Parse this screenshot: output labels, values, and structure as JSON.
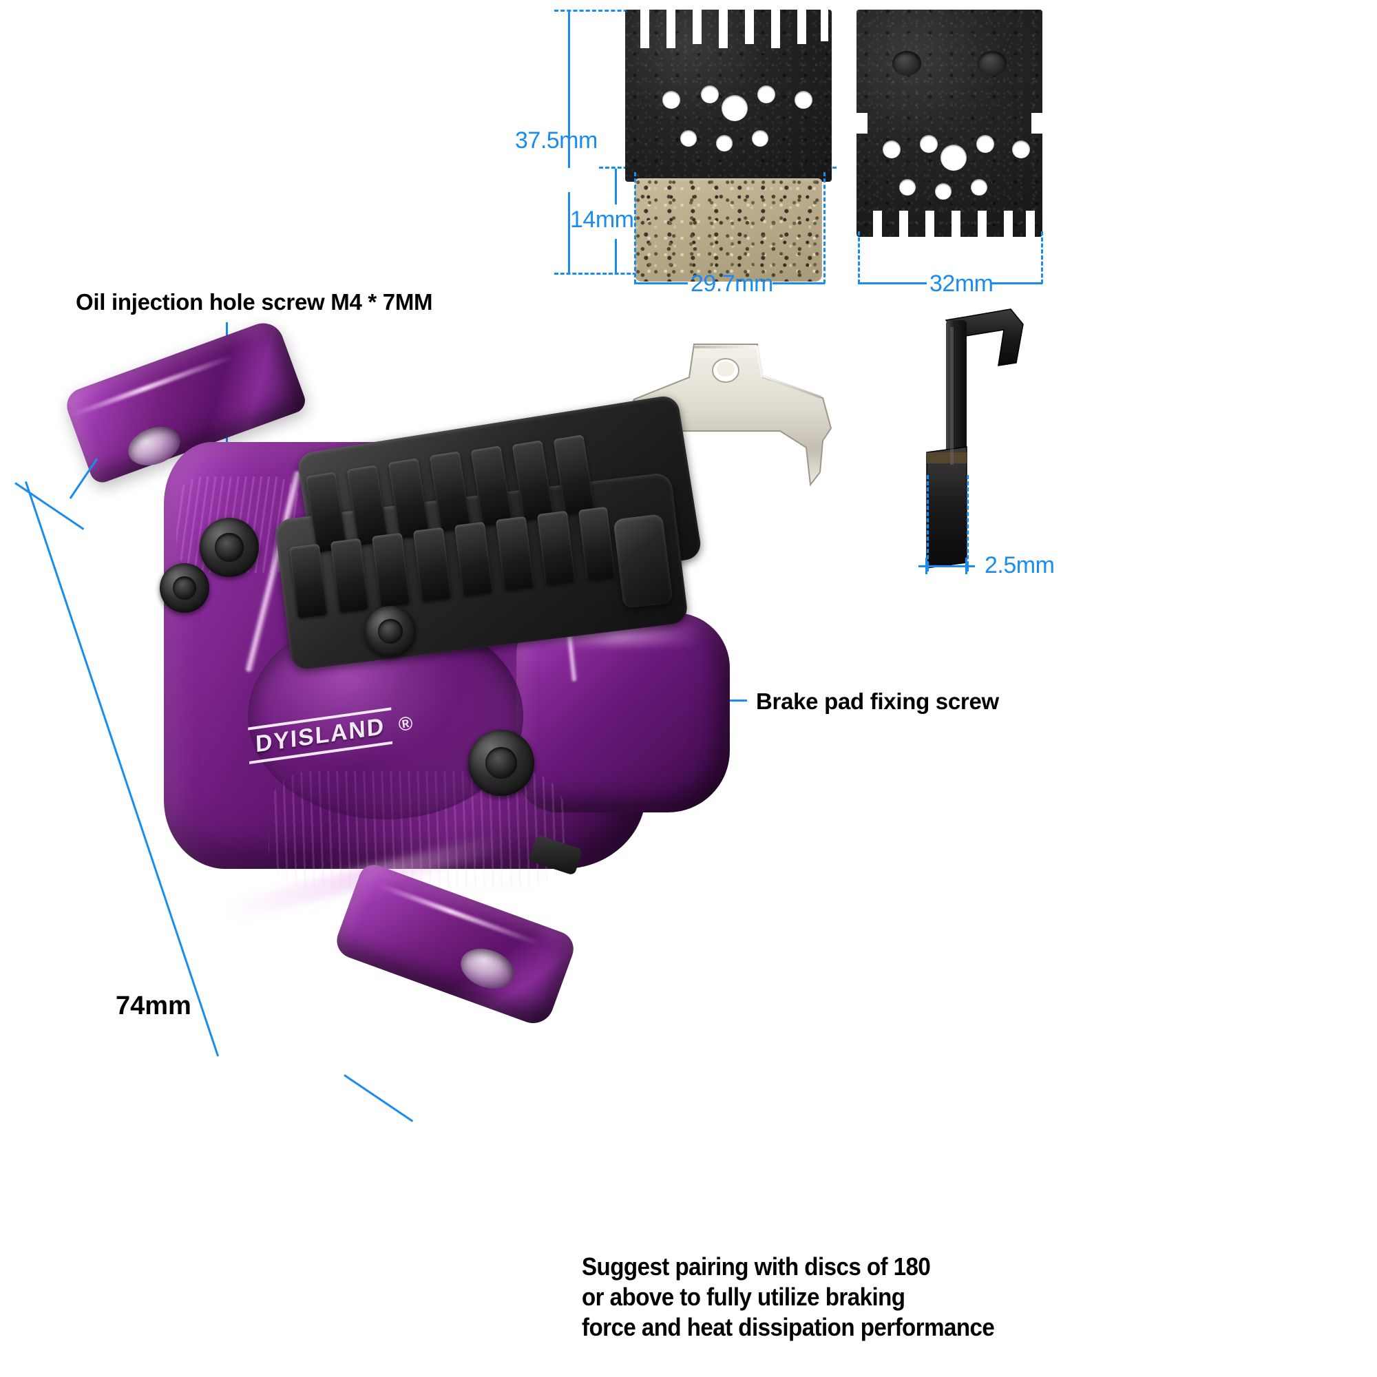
{
  "product": {
    "brand": "DYISLAND",
    "brand_mark": "®"
  },
  "dimensions": {
    "pad_total_height": "37.5mm",
    "friction_height": "14mm",
    "pad_width": "29.7mm",
    "backplate_width": "32mm",
    "clip_thickness": "2.5mm",
    "caliper_length": "74mm"
  },
  "callouts": {
    "oil_screw": "Oil injection hole screw M4 * 7MM",
    "pad_screw": "Brake pad fixing screw"
  },
  "note": {
    "line1": "Suggest pairing with discs of 180",
    "line2": "or above to fully utilize braking",
    "line3": "force and heat dissipation performance"
  },
  "colors": {
    "dimension_blue": "#1a8cf0",
    "caliper_purple": "#6d1c7c",
    "text_black": "#000000",
    "friction_tan": "#b8ab8a",
    "backplate_black": "#1b1b1b",
    "clip_steel": "#e6e2d8"
  },
  "icons": {
    "brake_pad_front": "brake-pad-front",
    "brake_pad_back": "brake-pad-back",
    "spring_clip": "spring-clip",
    "pad_retaining_pin": "pad-retaining-pin",
    "caliper": "hydraulic-caliper"
  }
}
